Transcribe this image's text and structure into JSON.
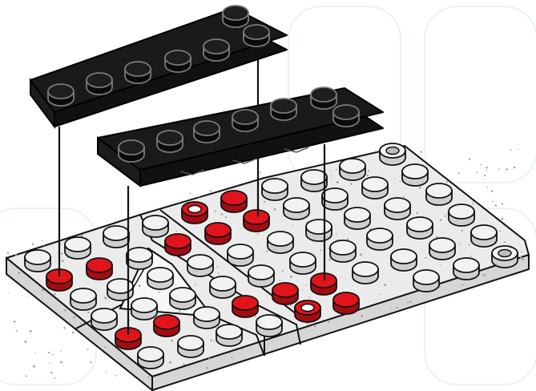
{
  "illustration": {
    "subject": "brick-building-instruction-step",
    "parts": [
      {
        "part": "wedge-plate-upper",
        "color": "black",
        "studs": 7
      },
      {
        "part": "wedge-plate-lower",
        "color": "black",
        "studs": 7
      },
      {
        "part": "base-assembly",
        "color": "light-gray"
      }
    ],
    "highlight_studs": 14,
    "guide_lines": 4
  },
  "colors": {
    "background": "#ffffff",
    "plate_black": "#111111",
    "plate_black_side": "#1c1c1c",
    "base_top": "#ebebeb",
    "base_side": "#d6d6d6",
    "stud_top": "#f2f2f2",
    "stud_side": "#cfcfcf",
    "highlight": "#e0141a",
    "highlight_side": "#a30d12",
    "outline": "#111111",
    "guide_line": "#111111",
    "watermark": "#e9f2f4"
  }
}
